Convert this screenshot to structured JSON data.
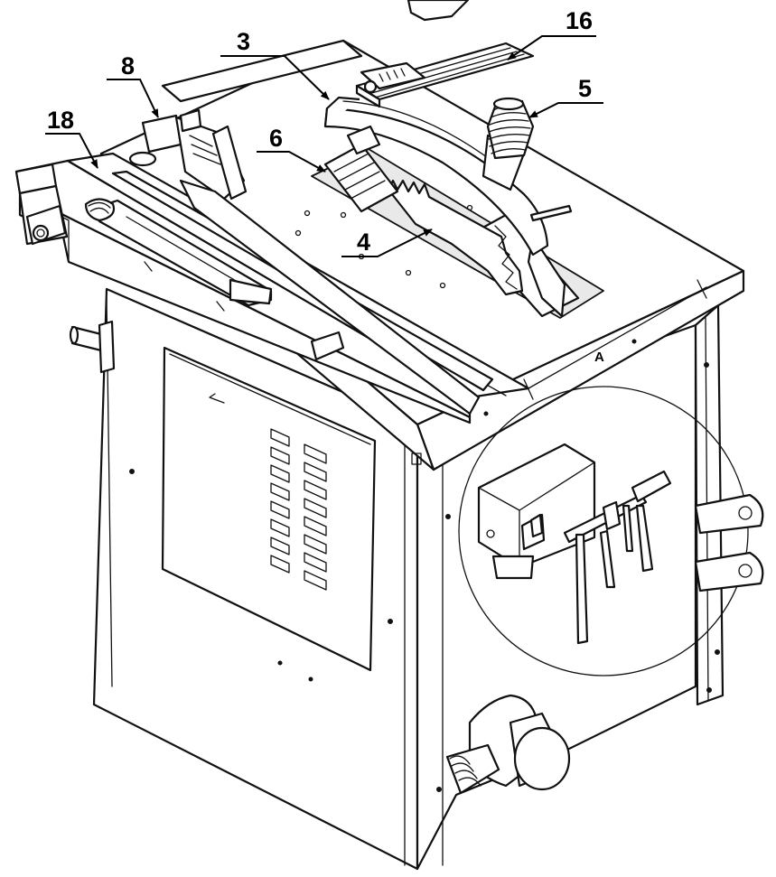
{
  "diagram": {
    "callouts": [
      {
        "id": "c16",
        "label": "16"
      },
      {
        "id": "c3",
        "label": "3"
      },
      {
        "id": "c8",
        "label": "8"
      },
      {
        "id": "c5",
        "label": "5"
      },
      {
        "id": "c18",
        "label": "18"
      },
      {
        "id": "c6",
        "label": "6"
      },
      {
        "id": "c4",
        "label": "4"
      }
    ],
    "view_marker": "A"
  }
}
